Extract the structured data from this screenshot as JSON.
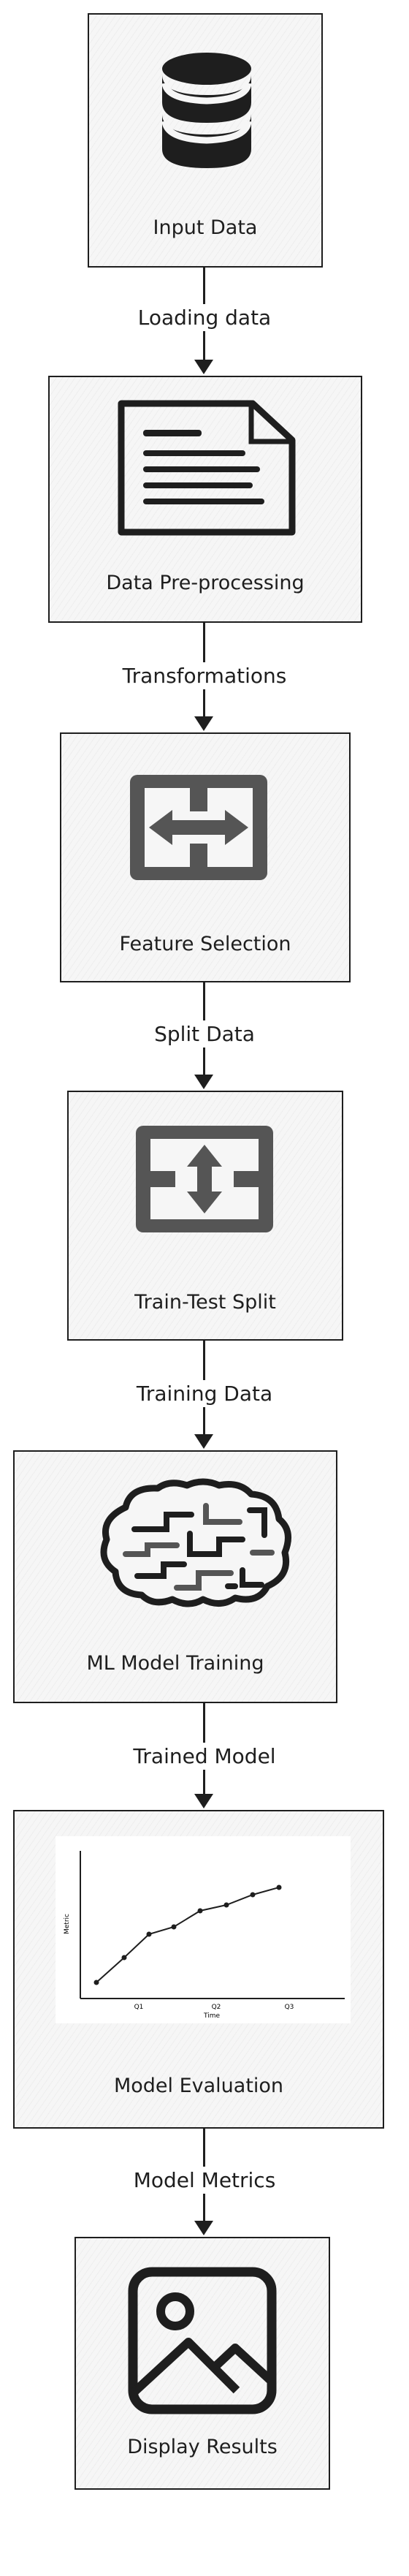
{
  "diagram": {
    "nodes": [
      {
        "id": "input-data",
        "label": "Input Data",
        "icon": "database-icon"
      },
      {
        "id": "data-preprocessing",
        "label": "Data Pre-processing",
        "icon": "document-icon"
      },
      {
        "id": "feature-selection",
        "label": "Feature Selection",
        "icon": "horizontal-split-arrows-icon"
      },
      {
        "id": "train-test-split",
        "label": "Train-Test Split",
        "icon": "vertical-split-arrows-icon"
      },
      {
        "id": "ml-model-training",
        "label": "ML Model Training",
        "icon": "brain-icon"
      },
      {
        "id": "model-evaluation",
        "label": "Model Evaluation",
        "icon": "line-chart-icon"
      },
      {
        "id": "display-results",
        "label": "Display Results",
        "icon": "image-icon"
      }
    ],
    "edges": [
      {
        "from": "input-data",
        "to": "data-preprocessing",
        "label": "Loading data"
      },
      {
        "from": "data-preprocessing",
        "to": "feature-selection",
        "label": "Transformations"
      },
      {
        "from": "feature-selection",
        "to": "train-test-split",
        "label": "Split Data"
      },
      {
        "from": "train-test-split",
        "to": "ml-model-training",
        "label": "Training Data"
      },
      {
        "from": "ml-model-training",
        "to": "model-evaluation",
        "label": "Trained Model"
      },
      {
        "from": "model-evaluation",
        "to": "display-results",
        "label": "Model Metrics"
      }
    ]
  },
  "evaluation_chart": {
    "ylabel": "Metric",
    "xlabel": "Time",
    "x_ticks": [
      "Q1",
      "Q2",
      "Q3"
    ]
  },
  "colors": {
    "stroke": "#1e1e1e",
    "icon_gray": "#555555",
    "box_fill": "#f6f6f6"
  }
}
